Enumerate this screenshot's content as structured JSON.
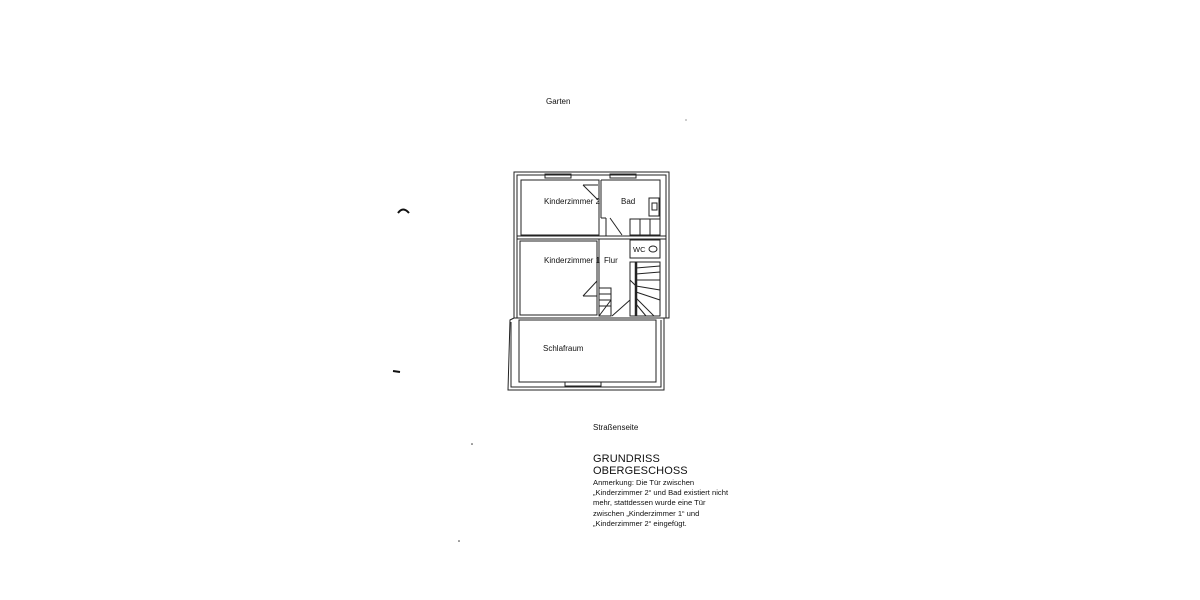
{
  "labels": {
    "top_side": "Garten",
    "bottom_side": "Straßenseite"
  },
  "rooms": [
    {
      "name": "Kinderzimmer 2"
    },
    {
      "name": "Bad"
    },
    {
      "name": "WC"
    },
    {
      "name": "Kinderzimmer 1"
    },
    {
      "name": "Flur"
    },
    {
      "name": "Schlafraum"
    }
  ],
  "caption": {
    "title_line1": "GRUNDRISS",
    "title_line2": "OBERGESCHOSS",
    "note_lines": [
      "Anmerkung: Die Tür zwischen",
      "„Kinderzimmer 2“ und Bad existiert nicht",
      "mehr, stattdessen wurde eine Tür",
      "zwischen „Kinderzimmer 1“ und",
      "„Kinderzimmer 2“ eingefügt."
    ]
  }
}
